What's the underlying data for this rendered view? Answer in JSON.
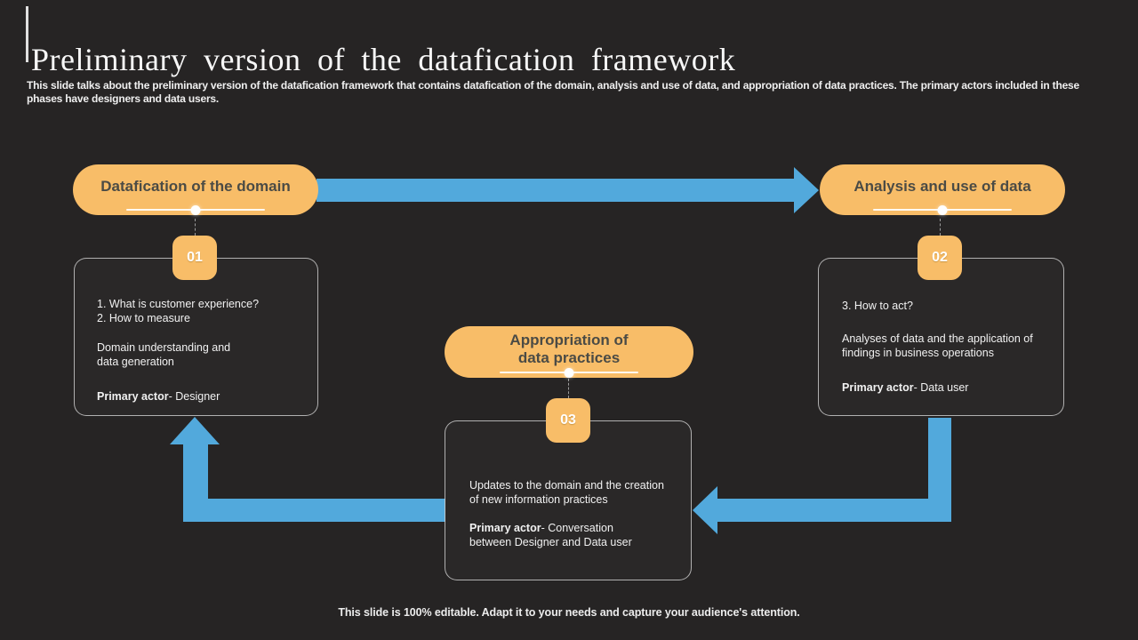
{
  "slide": {
    "title": "Preliminary version of the datafication framework",
    "subtitle": "This slide talks about the preliminary version of the datafication framework that contains datafication of the domain, analysis and use of data, and appropriation of data practices. The primary actors included in these phases have designers and data users.",
    "footer": "This slide is 100% editable. Adapt it to your needs and capture your audience's attention."
  },
  "colors": {
    "background": "#262424",
    "accent_orange": "#F8BD68",
    "arrow_blue": "#52A9DC",
    "pill_text": "#4B4B45",
    "badge_text": "#FFFFFF",
    "box_border": "#C9C9C9",
    "body_text": "#F1F1F1"
  },
  "nodes": [
    {
      "number": "01",
      "pill": "Datafication of the domain",
      "body1": "1.  What is customer experience?\n2.  How to measure",
      "body2": "Domain understanding  and\ndata generation",
      "actor_label": "Primary actor",
      "actor_text": "- Designer"
    },
    {
      "number": "02",
      "pill": "Analysis and use of data",
      "body1": "3. How to act?",
      "body2": "Analyses of data and the application of\nfindings in business operations",
      "actor_label": "Primary actor",
      "actor_text": "- Data user"
    },
    {
      "number": "03",
      "pill": "Appropriation of\ndata practices",
      "body1": "Updates to the domain and the creation\nof new information practices",
      "actor_label": "Primary actor",
      "actor_text": "- Conversation\nbetween Designer and Data user"
    }
  ]
}
